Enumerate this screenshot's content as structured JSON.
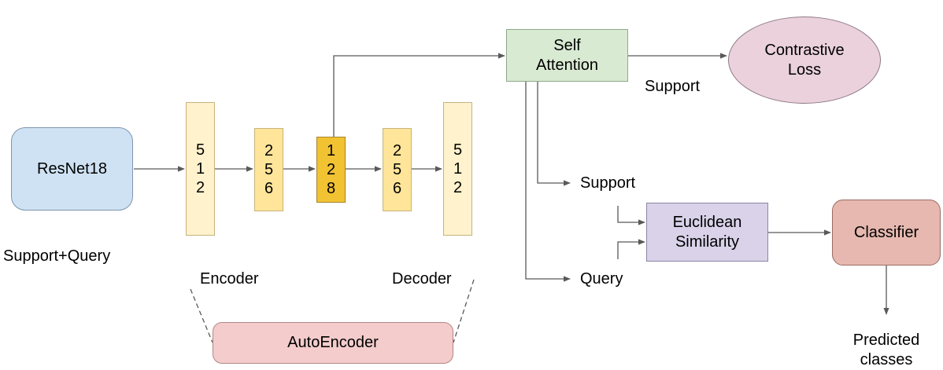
{
  "nodes": {
    "resnet": "ResNet18",
    "self_attention": "Self Attention",
    "contrastive_loss": "Contrastive Loss",
    "euclidean_similarity": "Euclidean Similarity",
    "classifier": "Classifier",
    "autoencoder": "AutoEncoder"
  },
  "blocks": {
    "encoder_512": [
      "5",
      "1",
      "2"
    ],
    "encoder_256": [
      "2",
      "5",
      "6"
    ],
    "bottleneck_128": [
      "1",
      "2",
      "8"
    ],
    "decoder_256": [
      "2",
      "5",
      "6"
    ],
    "decoder_512": [
      "5",
      "1",
      "2"
    ]
  },
  "labels": {
    "support_query": "Support+Query",
    "encoder": "Encoder",
    "decoder": "Decoder",
    "support_top": "Support",
    "support_branch": "Support",
    "query_branch": "Query",
    "predicted_classes": "Predicted classes"
  },
  "colors": {
    "resnet": "#cfe2f3",
    "self_attention": "#d9ead3",
    "contrastive_loss": "#ead1dc",
    "euclidean_similarity": "#d9d2e9",
    "classifier": "#e6b8af",
    "autoencoder": "#f4cccc",
    "block_512": "#fff2cc",
    "block_256": "#ffe599",
    "block_128": "#f1c232",
    "edge": "#595959"
  }
}
